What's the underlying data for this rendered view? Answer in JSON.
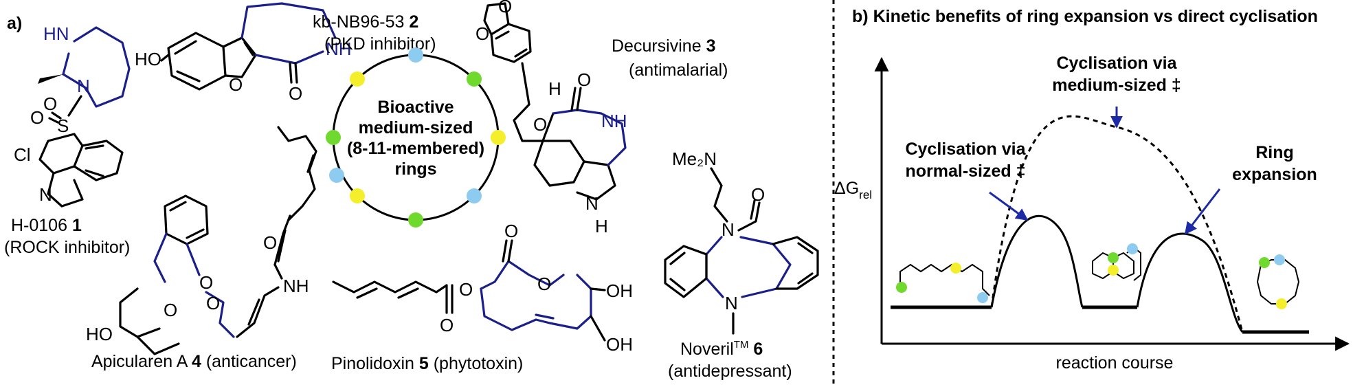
{
  "panel_a": {
    "tag": "a)",
    "compounds": {
      "h0106": {
        "name": "H-0106",
        "number": "1",
        "activity": "(ROCK inhibitor)"
      },
      "kb": {
        "name": "kb-NB96-53",
        "number": "2",
        "activity": "(PKD inhibitor)"
      },
      "decursivine": {
        "name": "Decursivine",
        "number": "3",
        "activity": "(antimalarial)"
      },
      "apicularen": {
        "name": "Apicularen A",
        "number": "4",
        "activity": "(anticancer)"
      },
      "pinolidoxin": {
        "name": "Pinolidoxin",
        "number": "5",
        "activity": "(phytotoxin)"
      },
      "noveril": {
        "name": "Noveril",
        "superscript": "TM",
        "number": "6",
        "activity": "(antidepressant)"
      }
    },
    "center": {
      "line1": "Bioactive",
      "line2": "medium-sized",
      "line3": "(8-11-membered)",
      "line4": "rings"
    },
    "atoms": {
      "hn": "HN",
      "n": "N",
      "nh": "NH",
      "ho": "HO",
      "o": "O",
      "s": "S",
      "cl": "Cl",
      "h": "H",
      "oh": "OH",
      "me2n": "Me₂N",
      "nh_ring": "N"
    }
  },
  "panel_b": {
    "tag": "b)",
    "title": "Kinetic benefits of ring expansion vs direct cyclisation",
    "y_axis": {
      "main": "ΔG",
      "sub": "rel"
    },
    "x_axis": "reaction course",
    "annotations": {
      "medium": {
        "line1": "Cyclisation via",
        "line2": "medium-sized ‡"
      },
      "normal": {
        "line1": "Cyclisation via",
        "line2": "normal-sized ‡"
      },
      "expansion": {
        "line1": "Ring",
        "line2": "expansion"
      }
    }
  },
  "colors": {
    "blue_bond": "#1b1f8a",
    "dot_blue": "#8ecbf0",
    "dot_green": "#6fd92e",
    "dot_yellow": "#f4ef2a",
    "arrow": "#1c2aa8"
  }
}
